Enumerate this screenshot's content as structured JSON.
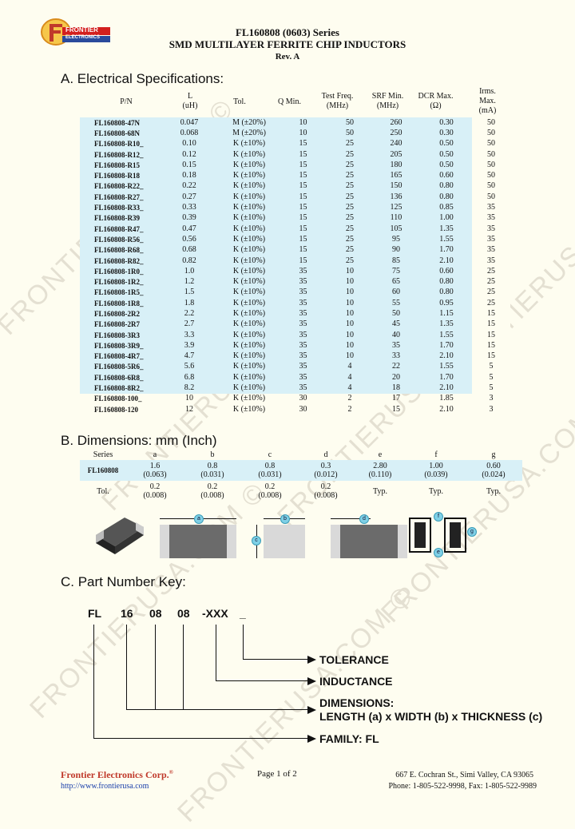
{
  "logo": {
    "line1": "FRONTIER",
    "line2": "ELECTRONICS"
  },
  "header": {
    "series": "FL160808 (0603) Series",
    "title": "SMD MULTILAYER FERRITE CHIP INDUCTORS",
    "rev": "Rev. A"
  },
  "watermark": "FRONTIERUSA.COM ©",
  "section_a": {
    "title": "A. Electrical Specifications:",
    "headers": {
      "pn": "P/N",
      "l": "L",
      "l_unit": "(uH)",
      "tol": "Tol.",
      "q": "Q Min.",
      "freq": "Test Freq.",
      "freq_unit": "(MHz)",
      "srf": "SRF Min.",
      "srf_unit": "(MHz)",
      "dcr": "DCR Max.",
      "dcr_unit": "(Ω)",
      "irms": "Irms.",
      "irms2": "Max.",
      "irms_unit": "(mA)"
    },
    "rows": [
      [
        "FL160808-47N",
        "0.047",
        "M (±20%)",
        "10",
        "50",
        "260",
        "0.30",
        "50"
      ],
      [
        "FL160808-68N",
        "0.068",
        "M (±20%)",
        "10",
        "50",
        "250",
        "0.30",
        "50"
      ],
      [
        "FL160808-R10_",
        "0.10",
        "K (±10%)",
        "15",
        "25",
        "240",
        "0.50",
        "50"
      ],
      [
        "FL160808-R12_",
        "0.12",
        "K (±10%)",
        "15",
        "25",
        "205",
        "0.50",
        "50"
      ],
      [
        "FL160808-R15",
        "0.15",
        "K (±10%)",
        "15",
        "25",
        "180",
        "0.50",
        "50"
      ],
      [
        "FL160808-R18",
        "0.18",
        "K (±10%)",
        "15",
        "25",
        "165",
        "0.60",
        "50"
      ],
      [
        "FL160808-R22_",
        "0.22",
        "K (±10%)",
        "15",
        "25",
        "150",
        "0.80",
        "50"
      ],
      [
        "FL160808-R27_",
        "0.27",
        "K (±10%)",
        "15",
        "25",
        "136",
        "0.80",
        "50"
      ],
      [
        "FL160808-R33_",
        "0.33",
        "K (±10%)",
        "15",
        "25",
        "125",
        "0.85",
        "35"
      ],
      [
        "FL160808-R39",
        "0.39",
        "K (±10%)",
        "15",
        "25",
        "110",
        "1.00",
        "35"
      ],
      [
        "FL160808-R47_",
        "0.47",
        "K (±10%)",
        "15",
        "25",
        "105",
        "1.35",
        "35"
      ],
      [
        "FL160808-R56_",
        "0.56",
        "K (±10%)",
        "15",
        "25",
        "95",
        "1.55",
        "35"
      ],
      [
        "FL160808-R68_",
        "0.68",
        "K (±10%)",
        "15",
        "25",
        "90",
        "1.70",
        "35"
      ],
      [
        "FL160808-R82_",
        "0.82",
        "K (±10%)",
        "15",
        "25",
        "85",
        "2.10",
        "35"
      ],
      [
        "FL160808-1R0_",
        "1.0",
        "K (±10%)",
        "35",
        "10",
        "75",
        "0.60",
        "25"
      ],
      [
        "FL160808-1R2_",
        "1.2",
        "K (±10%)",
        "35",
        "10",
        "65",
        "0.80",
        "25"
      ],
      [
        "FL160808-1R5_",
        "1.5",
        "K (±10%)",
        "35",
        "10",
        "60",
        "0.80",
        "25"
      ],
      [
        "FL160808-1R8_",
        "1.8",
        "K (±10%)",
        "35",
        "10",
        "55",
        "0.95",
        "25"
      ],
      [
        "FL160808-2R2",
        "2.2",
        "K (±10%)",
        "35",
        "10",
        "50",
        "1.15",
        "15"
      ],
      [
        "FL160808-2R7",
        "2.7",
        "K (±10%)",
        "35",
        "10",
        "45",
        "1.35",
        "15"
      ],
      [
        "FL160808-3R3",
        "3.3",
        "K (±10%)",
        "35",
        "10",
        "40",
        "1.55",
        "15"
      ],
      [
        "FL160808-3R9_",
        "3.9",
        "K (±10%)",
        "35",
        "10",
        "35",
        "1.70",
        "15"
      ],
      [
        "FL160808-4R7_",
        "4.7",
        "K (±10%)",
        "35",
        "10",
        "33",
        "2.10",
        "15"
      ],
      [
        "FL160808-5R6_",
        "5.6",
        "K (±10%)",
        "35",
        "4",
        "22",
        "1.55",
        "5"
      ],
      [
        "FL160808-6R8_",
        "6.8",
        "K (±10%)",
        "35",
        "4",
        "20",
        "1.70",
        "5"
      ],
      [
        "FL160808-8R2_",
        "8.2",
        "K (±10%)",
        "35",
        "4",
        "18",
        "2.10",
        "5"
      ],
      [
        "FL160808-100_",
        "10",
        "K (±10%)",
        "30",
        "2",
        "17",
        "1.85",
        "3"
      ],
      [
        "FL160808-120",
        "12",
        "K (±10%)",
        "30",
        "2",
        "15",
        "2.10",
        "3"
      ]
    ]
  },
  "section_b": {
    "title": "B. Dimensions: mm (Inch)",
    "headers": [
      "Series",
      "a",
      "b",
      "c",
      "d",
      "e",
      "f",
      "g"
    ],
    "row_name": "FL160808",
    "mm": [
      "1.6",
      "0.8",
      "0.8",
      "0.3",
      "2.80",
      "1.00",
      "0.60"
    ],
    "inch": [
      "(0.063)",
      "(0.031)",
      "(0.031)",
      "(0.012)",
      "(0.110)",
      "(0.039)",
      "(0.024)"
    ],
    "tol_label": "Tol.",
    "tol": [
      "0.2",
      "0.2",
      "0.2",
      "0.2",
      "Typ.",
      "Typ.",
      "Typ."
    ],
    "tol_inch": [
      "(0.008)",
      "(0.008)",
      "(0.008)",
      "(0.008)",
      "",
      "",
      ""
    ],
    "bubbles": {
      "a": "a",
      "b": "b",
      "c": "c",
      "d": "d",
      "e": "e",
      "f": "f",
      "g": "g"
    }
  },
  "section_c": {
    "title": "C. Part Number Key:",
    "code": {
      "fl": "FL",
      "p16": "16",
      "p08a": "08",
      "p08b": "08",
      "xxx": "-XXX",
      "tol": "_"
    },
    "labels": {
      "tolerance": "TOLERANCE",
      "inductance": "INDUCTANCE",
      "dimensions": "DIMENSIONS:",
      "dimensions2": "LENGTH (a) x WIDTH (b) x THICKNESS (c)",
      "family": "FAMILY: FL"
    }
  },
  "footer": {
    "company": "Frontier Electronics Corp.",
    "tm": "®",
    "url": "http://www.frontierusa.com",
    "page": "Page 1 of 2",
    "address": "667 E. Cochran St., Simi Valley, CA 93065",
    "phone": "Phone: 1-805-522-9998, Fax: 1-805-522-9989"
  }
}
